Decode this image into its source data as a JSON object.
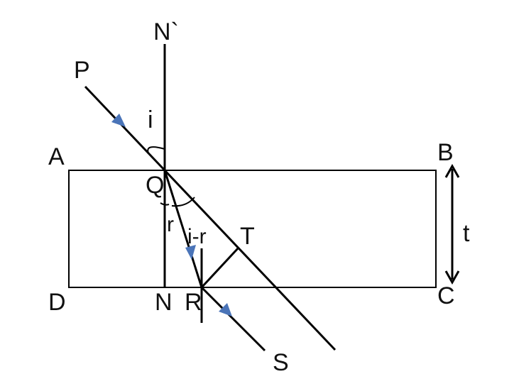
{
  "labels": {
    "P": "P",
    "N_prime": "N`",
    "i": "i",
    "A": "A",
    "B": "B",
    "Q": "Q",
    "r": "r",
    "i_r": "i-r",
    "T": "T",
    "t": "t",
    "D": "D",
    "N": "N",
    "R": "R",
    "C": "C",
    "S": "S"
  },
  "colors": {
    "line": "#000000",
    "ray_arrow": "#4a74b8"
  }
}
